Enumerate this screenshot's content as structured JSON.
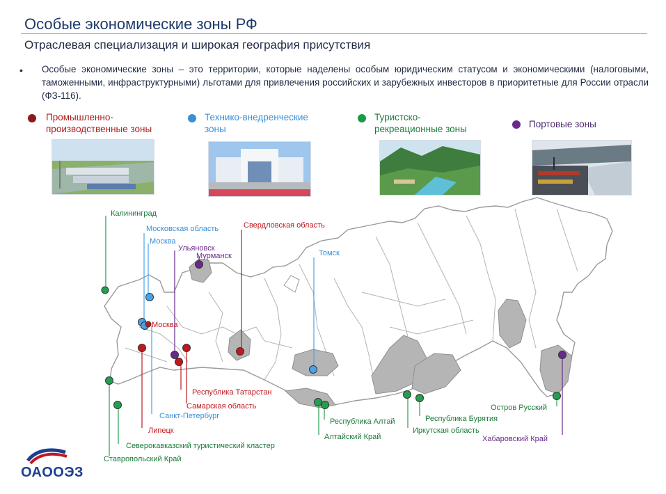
{
  "header": {
    "title": "Особые экономические зоны РФ",
    "subtitle": "Отраслевая специализация и широкая география присутствия"
  },
  "intro": {
    "bullet": "•",
    "text": "Особые экономические зоны – это территории, которые наделены особым юридическим статусом и экономическими (налоговыми, таможенными, инфраструктурными) льготами для привлечения российских и зарубежных инвесторов в приоритетные для России отрасли (ФЗ-116)."
  },
  "legend": [
    {
      "label": "Промышленно-производственные зоны",
      "color": "#8b1a1a"
    },
    {
      "label": "Технико-внедренческие зоны",
      "color": "#3b8fd9"
    },
    {
      "label": "Туристско-рекреационные зоны",
      "color": "#1a9a48"
    },
    {
      "label": "Портовые зоны",
      "color": "#6a2a8c"
    }
  ],
  "colors": {
    "industrial": "#c0181f",
    "tech": "#4aa3e8",
    "tourism": "#22a04f",
    "port": "#6a2a8c",
    "title": "#1f3a6b",
    "rule": "#8aa0c8"
  },
  "map_labels": {
    "kaliningrad": "Калининград",
    "moscow_region": "Московская область",
    "moscow": "Москва",
    "ulyanovsk": "Ульяновск",
    "murmansk": "Мурманск",
    "sverdlovsk": "Свердловская область",
    "tomsk": "Томск",
    "moscow_red": "Москва",
    "tatarstan": "Республика Татарстан",
    "samara": "Самарская область",
    "spb": "Санкт-Петербург",
    "lipetsk": "Липецк",
    "north_caucasus": "Северокавказский туристический кластер",
    "stavropol": "Ставропольский Край",
    "altai_rep": "Республика Алтай",
    "altai_krai": "Алтайский Край",
    "buryatia": "Республика Бурятия",
    "irkutsk": "Иркутская область",
    "russky": "Остров Русский",
    "khabarovsk": "Хабаровский Край"
  },
  "logo": {
    "text": "ОАООЭЗ"
  }
}
